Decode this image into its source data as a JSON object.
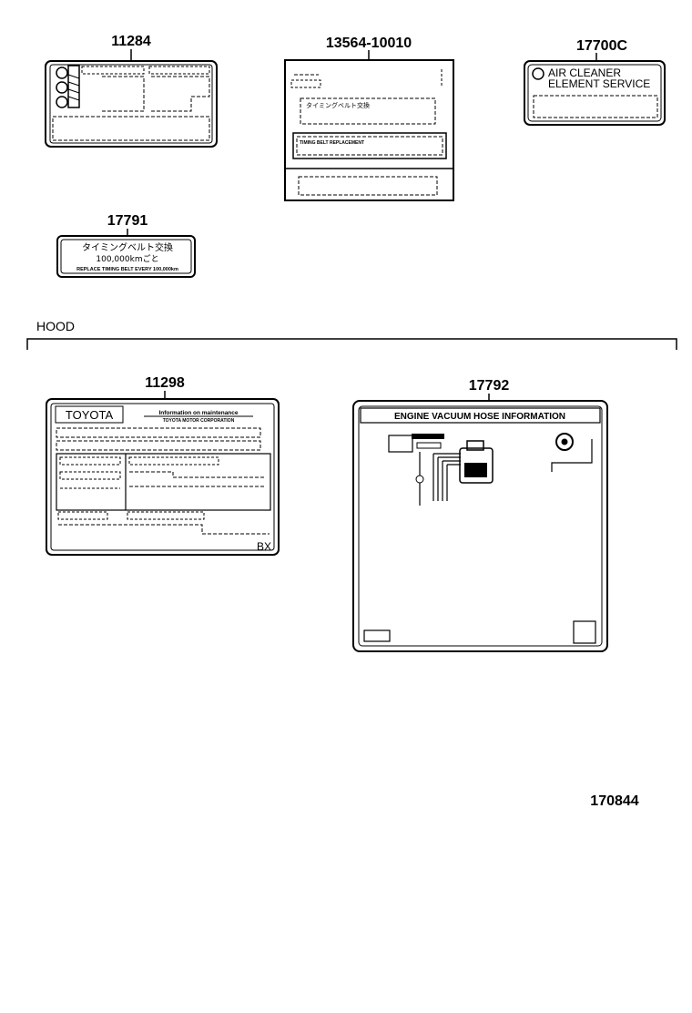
{
  "parts": {
    "p11284": {
      "number": "11284"
    },
    "p13564": {
      "number": "13564-10010",
      "jp_text": "タイミングベルト交換",
      "small_text": "TIMING BELT REPLACEMENT"
    },
    "p17700c": {
      "number": "17700C",
      "line1": "AIR CLEANER",
      "line2": "ELEMENT SERVICE"
    },
    "p17791": {
      "number": "17791",
      "jp_line": "タイミングベルト交換",
      "km_line": "100,000kmごと",
      "en_line": "REPLACE TIMING BELT EVERY 100,000km"
    },
    "p11298": {
      "number": "11298",
      "brand": "TOYOTA",
      "header": "Information on maintenance",
      "subheader": "TOYOTA MOTOR CORPORATION",
      "code": "BX"
    },
    "p17792": {
      "number": "17792",
      "title": "ENGINE VACUUM HOSE INFORMATION"
    }
  },
  "section": {
    "label": "HOOD"
  },
  "drawing_number": "170844"
}
